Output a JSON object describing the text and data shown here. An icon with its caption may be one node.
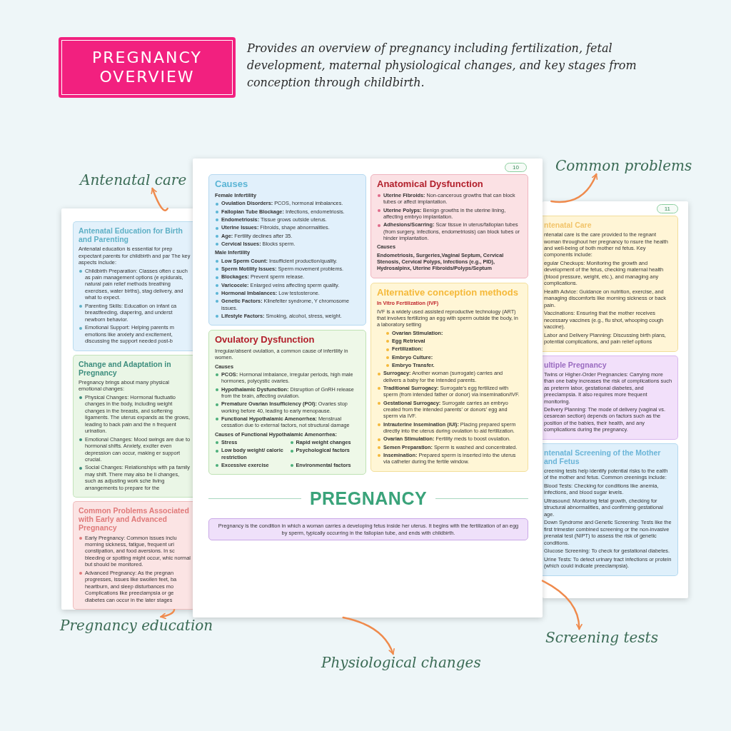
{
  "diagram": {
    "title": "PREGNANCY OVERVIEW",
    "caption": "Provides an overview of pregnancy including fertilization, fetal development, maternal physiological changes, and key stages from conception through childbirth.",
    "nodes": [
      {
        "text": [
          "Antenatal care"
        ]
      },
      {
        "text": [
          "Common problems"
        ]
      },
      {
        "text": [],
        "shape": "box"
      },
      {
        "text": [
          "Antenatal Education for Birth and Parenting",
          "Antenatal education is essential for prep expectant parents for childbirth and par The key aspects include:",
          "Childbirth Preparation: Classes often c such as pain management options (e epidurals, natural pain relief methods breathing exercises, water births), stag delivery, and what to expect.",
          "Parenting Skills: Education on infant ca breastfeeding, diapering, and underst newborn behavior.",
          "Emotional Support: Helping parents m emotions like anxiety and excitement, discussing the support needed post-b"
        ],
        "in": 2
      },
      {
        "text": [
          "Change and Adaptation in Pregnancy",
          "Pregnancy brings about many physical emotional changes:",
          "Physical Changes: Hormonal fluctuatio changes in the body, including weight changes in the breasts, and softening ligaments. The uterus expands as the grows, leading to back pain and the n frequent urination.",
          "Emotional Changes: Mood swings are due to hormonal shifts. Anxiety, exciter even depression can occur, making er support crucial.",
          "Social Changes: Relationships with pa family may shift. There may also be li changes, such as adjusting work sche living arrangements to prepare for the"
        ],
        "in": 2
      },
      {
        "text": [
          "Common Problems Associated with Early and Advanced Pregnancy",
          "Early Pregnancy: Common issues inclu morning sickness, fatigue, frequent uri constipation, and food aversions. In sc bleeding or spotting might occur, whic normal but should be monitored.",
          "Advanced Pregnancy: As the pregnan progresses, issues like swollen feet, ba heartburn, and sleep disturbances mo Complications like preeclampsia or ge diabetes can occur in the later stages"
        ],
        "in": 2
      },
      {
        "text": [
          "10",
          "PREGNANCY"
        ]
      },
      {
        "text": [
          "Causes",
          "Female Infertility",
          "**Ovulation Disorders:** PCOS, hormonal imbalances.",
          "**Fallopian Tube Blockage:** Infections, endometriosis.",
          "**Endometriosis:** Tissue grows outside uterus.",
          "**Uterine Issues:** Fibroids, shape abnormalities.",
          "**Age:** Fertility declines after 35.",
          "**Cervical Issues:** Blocks sperm.",
          "Male Infertility",
          "**Low Sperm Count:** Insufficient production/quality.",
          "**Sperm Motility Issues:** Sperm movement problems.",
          "**Blockages:** Prevent sperm release.",
          "**Varicocele:** Enlarged veins affecting sperm quality.",
          "**Hormonal Imbalances:** Low testosterone.",
          "**Genetic Factors:** Klinefelter syndrome, Y chromosome issues.",
          "**Lifestyle Factors:** Smoking, alcohol, stress, weight."
        ],
        "in": 6
      },
      {
        "text": [
          "Ovulatory Dysfunction",
          "Irregular/absent ovulation, a common cause of infertility in women.",
          "Causes",
          "**PCOS:** Hormonal imbalance, irregular periods, high male hormones, polycystic ovaries.",
          "**Hypothalamic Dysfunction:** Disruption of GnRH release from the brain, affecting ovulation.",
          "**Premature Ovarian Insufficiency (POI):** Ovaries stop working before 40, leading to early menopause.",
          "**Functional Hypothalamic Amenorrhea:** Menstrual cessation due to external factors, not structural damage",
          "Causes of Functional Hypothalamic Amenorrhea:",
          "Stress",
          "Low body weight/ caloric restriction",
          "Excessive exercise",
          "Rapid weight changes",
          "Psychological factors",
          "Environmental factors"
        ],
        "in": 6
      },
      {
        "text": [
          "Anatomical Dysfunction",
          "**Uterine Fibroids:** Non-cancerous growths that can block tubes or affect implantation.",
          "**Uterine Polyps:** Benign growths in the uterine lining, affecting embryo implantation.",
          "**Adhesions/Scarring:** Scar tissue in uterus/fallopian tubes (from surgery, infections, endometriosis) can block tubes or hinder implantation.",
          "Causes",
          "Endometriosis, Surgeries,Vaginal Septum, Cervical Stenosis, Cervical Polyps, Infections (e.g., PID), Hydrosalpinx, Uterine Fibroids/Polyps/Septum"
        ],
        "in": 6
      },
      {
        "text": [
          "Alternative conception methods",
          "In Vitro Fertilization (IVF)",
          "IVF is a widely used assisted reproductive technology (ART) that involves fertilizing an egg with sperm outside the body, in a laboratory setting",
          "Ovarian Stimulation:",
          "Egg Retrieval",
          "Fertilization:",
          "Embryo Culture:",
          "Embryo Transfer.",
          "**Surrogacy:** Another woman (surrogate) carries and delivers a baby for the intended parents.",
          "**Traditional Surrogacy:** Surrogate's egg fertilized with sperm (from intended father or donor) via insemination/IVF.",
          "**Gestational Surrogacy:** Surrogate carries an embryo created from the intended parents' or donors' egg and sperm via IVF.",
          "**Intrauterine Insemination (IUI):** Placing prepared sperm directly into the uterus during ovulation to aid fertilization.",
          "**Ovarian Stimulation:** Fertility meds to boost ovulation.",
          "**Semen Preparation:** Sperm is washed and concentrated.",
          "**Insemination:** Prepared sperm is inserted into the uterus via catheter during the fertile window."
        ],
        "in": 6
      },
      {
        "text": [
          "Pregnancy is the condition in which a woman carries a developing fetus inside her uterus. It begins with the fertilization of an egg by sperm, typically occurring in the fallopian tube, and ends with childbirth."
        ],
        "in": 6
      },
      {
        "text": [
          "11"
        ]
      },
      {
        "text": [
          "ntenatal Care",
          "ntenatal care is the care provided to the regnant woman throughout her pregnancy to nsure the health and well-being of both mother nd fetus. Key components include:",
          "egular Checkups: Monitoring the growth and development of the fetus, checking maternal health (blood pressure, weight, etc.), and managing any complications.",
          "Health Advice: Guidance on nutrition, exercise, and managing discomforts like morning sickness or back pain.",
          "Vaccinations: Ensuring that the mother receives necessary vaccines (e.g., flu shot, whooping cough vaccine).",
          "Labor and Delivery Planning: Discussing birth plans, potential complications, and pain relief options"
        ],
        "in": 12
      },
      {
        "text": [
          "ultiple Pregnancy",
          "Twins or Higher-Order Pregnancies: Carrying more than one baby increases the risk of complications such as preterm labor, gestational diabetes, and preeclampsia. It also requires more frequent monitoring.",
          "Delivery Planning: The mode of delivery (vaginal vs. cesarean section) depends on factors such as the position of the babies, their health, and any complications during the pregnancy."
        ],
        "in": 12
      },
      {
        "text": [
          "ntenatal Screening of the Mother and Fetus",
          "creening tests help identify potential risks to the ealth of the mother and fetus. Common creenings include:",
          "Blood Tests: Checking for conditions like anemia, infections, and blood sugar levels.",
          "Ultrasound: Monitoring fetal growth, checking for structural abnormalities, and confirming gestational age.",
          "Down Syndrome and Genetic Screening: Tests like the first trimester combined screening or the non-invasive prenatal test (NIPT) to assess the risk of genetic conditions.",
          "Glucose Screening: To check for gestational diabetes.",
          "Urine Tests: To detect urinary tract infections or protein (which could indicate preeclampsia)."
        ],
        "in": 12
      },
      {
        "text": [
          "Pregnancy education"
        ]
      },
      {
        "text": [
          "Screening tests"
        ]
      },
      {
        "text": [
          "Physiological changes"
        ]
      }
    ],
    "edges": [
      {
        "from": 2,
        "to": 0,
        "arrow": "to"
      },
      {
        "from": 12,
        "to": 1,
        "arrow": "to"
      },
      {
        "from": 2,
        "to": 16,
        "arrow": "to"
      },
      {
        "from": 6,
        "to": 18,
        "arrow": "to"
      },
      {
        "from": 6,
        "to": 17,
        "arrow": "to"
      }
    ]
  }
}
